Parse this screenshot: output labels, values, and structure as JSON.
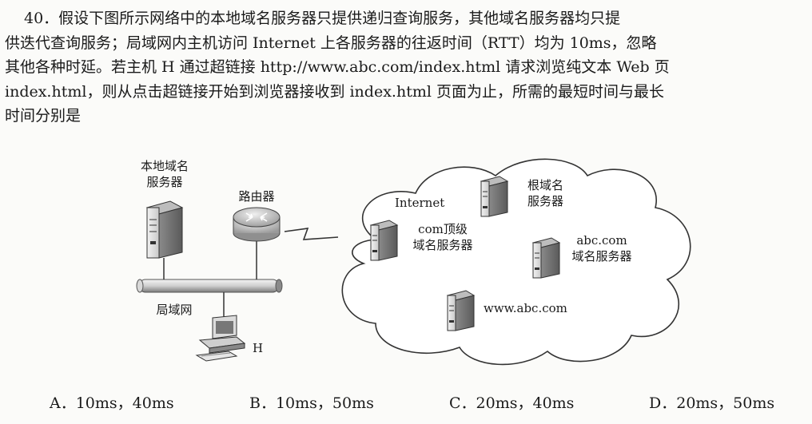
{
  "question": {
    "lines": [
      "40．假设下图所示网络中的本地域名服务器只提供递归查询服务，其他域名服务器均只提",
      "供迭代查询服务；局域网内主机访问 Internet 上各服务器的往返时间（RTT）均为 10ms，忽略",
      "其他各种时延。若主机 H 通过超链接 http://www.abc.com/index.html 请求浏览纯文本 Web 页",
      "index.html，则从点击超链接开始到浏览器接收到 index.html 页面为止，所需的最短时间与最长",
      "时间分别是"
    ]
  },
  "diagram": {
    "local_dns_label": [
      "本地域名",
      "服务器"
    ],
    "router_label": "路由器",
    "lan_label": "局域网",
    "host_label": "H",
    "internet_label": "Internet",
    "root_label": [
      "根域名",
      "服务器"
    ],
    "com_label": [
      "com顶级",
      "域名服务器"
    ],
    "abc_label": [
      "abc.com",
      "域名服务器"
    ],
    "www_label": "www.abc.com"
  },
  "options": [
    {
      "text": "A．10ms，40ms"
    },
    {
      "text": "B．10ms，50ms"
    },
    {
      "text": "C．20ms，40ms"
    },
    {
      "text": "D．20ms，50ms"
    }
  ]
}
